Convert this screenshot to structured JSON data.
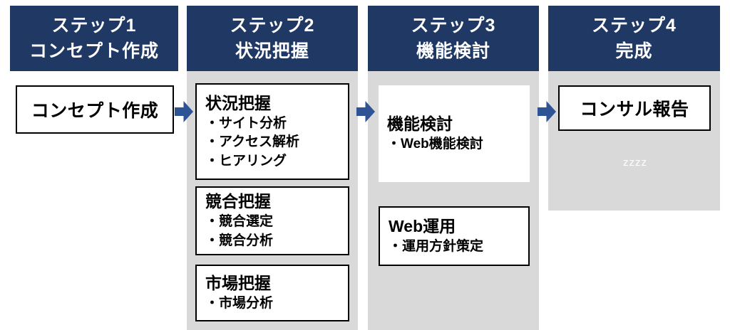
{
  "diagram": {
    "colors": {
      "header_bg": "#1f3864",
      "arrow": "#2f5496",
      "panel_bg": "#d9d9d9",
      "box_bg": "#ffffff",
      "box_border": "#000000",
      "header_text": "#ffffff",
      "body_text": "#000000"
    },
    "watermark": "zzzz",
    "columns": [
      {
        "header_line1": "ステップ1",
        "header_line2": "コンセプト作成",
        "boxes": [
          {
            "title": "コンセプト作成",
            "bullets": []
          }
        ]
      },
      {
        "header_line1": "ステップ2",
        "header_line2": "状況把握",
        "boxes": [
          {
            "title": "状況把握",
            "bullets": [
              "・サイト分析",
              "・アクセス解析",
              "・ヒアリング"
            ]
          },
          {
            "title": "競合把握",
            "bullets": [
              "・競合選定",
              "・競合分析"
            ]
          },
          {
            "title": "市場把握",
            "bullets": [
              "・市場分析"
            ]
          }
        ]
      },
      {
        "header_line1": "ステップ3",
        "header_line2": "機能検討",
        "boxes": [
          {
            "title": "機能検討",
            "bullets": [
              "・Web機能検討"
            ]
          },
          {
            "title": "Web運用",
            "bullets": [
              "・運用方針策定"
            ]
          }
        ]
      },
      {
        "header_line1": "ステップ4",
        "header_line2": "完成",
        "boxes": [
          {
            "title": "コンサル報告",
            "bullets": []
          }
        ]
      }
    ]
  }
}
